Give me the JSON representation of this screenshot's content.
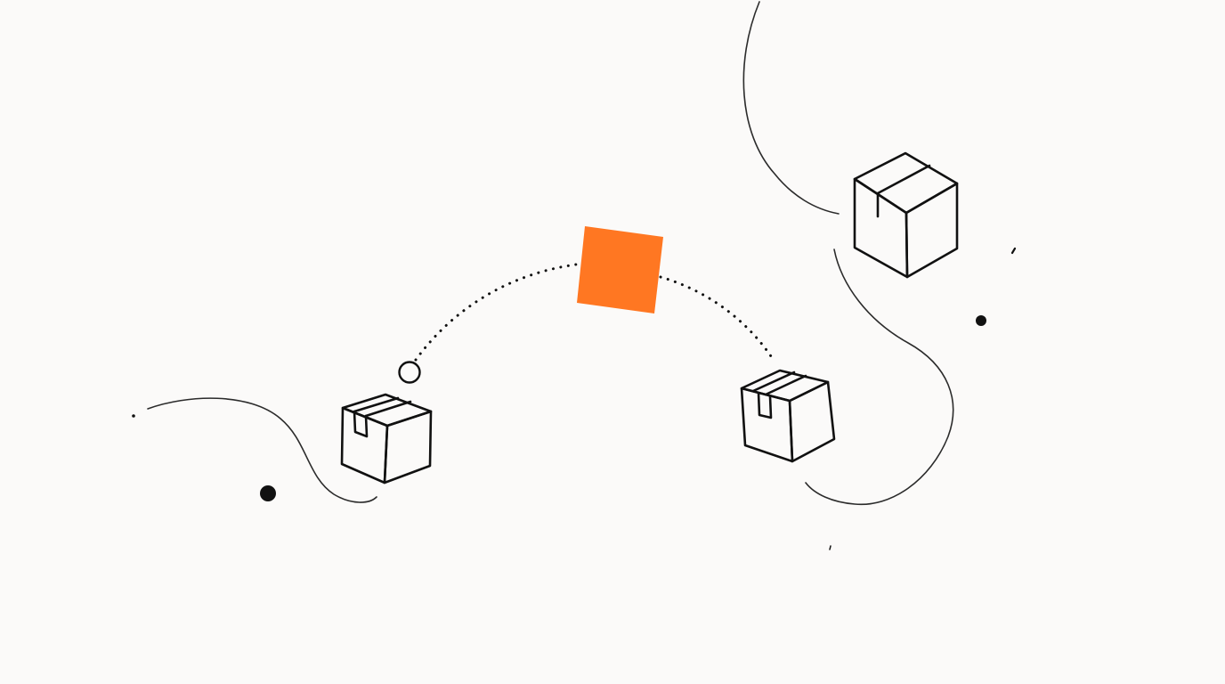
{
  "scene": {
    "background": "#fbfaf9",
    "ink": "#111111",
    "line": "#2b2b2b",
    "accent": "#ff7722",
    "elements": [
      "package-icon",
      "package-icon",
      "package-icon",
      "orange-square",
      "dotted-arc",
      "hollow-circle",
      "dot"
    ]
  }
}
